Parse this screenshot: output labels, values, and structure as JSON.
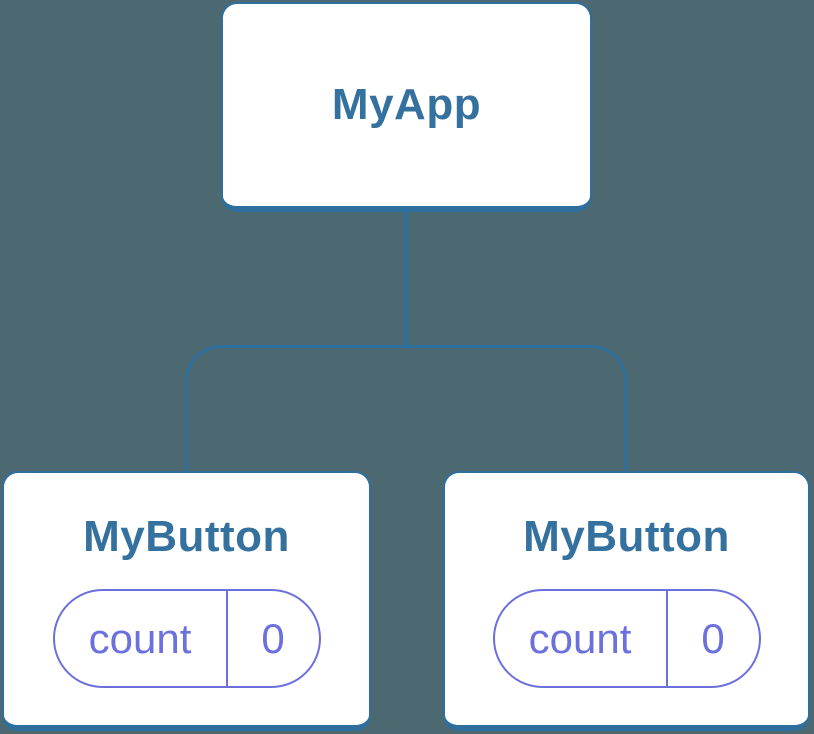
{
  "diagram": {
    "background_color": "#4C6871",
    "node_border_color": "#2E6F9E",
    "node_title_color": "#35719E",
    "state_accent_color": "#6B70DD",
    "root": {
      "label": "MyApp"
    },
    "children": [
      {
        "label": "MyButton",
        "state": {
          "name": "count",
          "value": "0"
        }
      },
      {
        "label": "MyButton",
        "state": {
          "name": "count",
          "value": "0"
        }
      }
    ]
  }
}
